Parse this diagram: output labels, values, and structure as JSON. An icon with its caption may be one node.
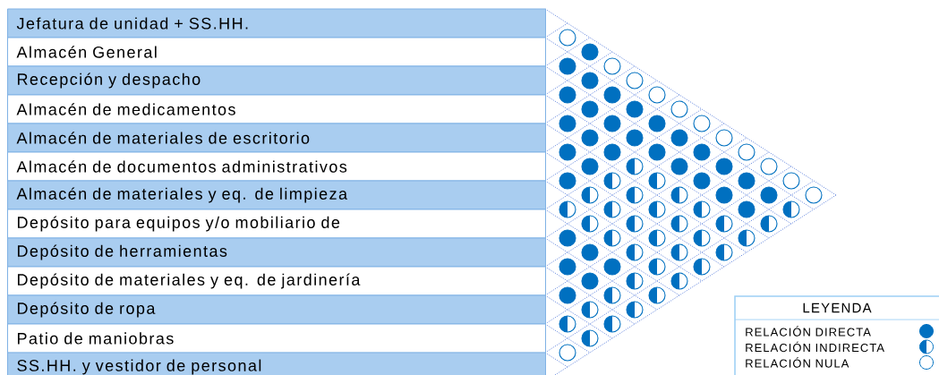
{
  "diagram": {
    "nodes": [
      {
        "text": [
          "Jefatura de unidad + SS.HH."
        ]
      },
      {
        "text": [
          "Almacén General"
        ]
      },
      {
        "text": [
          "Recepción y despacho"
        ]
      },
      {
        "text": [
          "Almacén de medicamentos"
        ]
      },
      {
        "text": [
          "Almacén de materiales de escritorio"
        ]
      },
      {
        "text": [
          "Almacén de documentos administrativos"
        ]
      },
      {
        "text": [
          "Almacén de materiales y eq. de limpieza"
        ]
      },
      {
        "text": [
          "Depósito para equipos y/o mobiliario de"
        ]
      },
      {
        "text": [
          "Depósito de herramientas"
        ]
      },
      {
        "text": [
          "Depósito de materiales y eq. de jardinería"
        ]
      },
      {
        "text": [
          "Depósito de ropa"
        ]
      },
      {
        "text": [
          "Patio de maniobras"
        ]
      },
      {
        "text": [
          "SS.HH. y vestidor de personal"
        ]
      },
      {
        "text": [],
        "shape": "circle"
      },
      {
        "text": [],
        "shape": "disc"
      },
      {
        "text": [],
        "shape": "disc"
      },
      {
        "text": [],
        "shape": "circle"
      },
      {
        "text": [],
        "shape": "disc"
      },
      {
        "text": [],
        "shape": "circle"
      },
      {
        "text": [],
        "shape": "disc"
      },
      {
        "text": [],
        "shape": "disc"
      },
      {
        "text": [],
        "shape": "circle"
      },
      {
        "text": [],
        "shape": "disc"
      },
      {
        "text": [],
        "shape": "disc"
      },
      {
        "text": [],
        "shape": "circle"
      },
      {
        "text": [],
        "shape": "disc"
      },
      {
        "text": [],
        "shape": "disc"
      },
      {
        "text": [],
        "shape": "disc"
      },
      {
        "text": [],
        "shape": "circle"
      },
      {
        "text": [],
        "shape": "disc"
      },
      {
        "text": [],
        "shape": "disc"
      },
      {
        "text": [],
        "shape": "disc"
      },
      {
        "text": [],
        "shape": "circle"
      },
      {
        "text": [],
        "shape": "disc"
      },
      {
        "text": [],
        "shape": "disc"
      },
      {
        "text": [],
        "shape": "disc"
      },
      {
        "text": [],
        "shape": "disc"
      },
      {
        "text": [],
        "shape": "circle"
      },
      {
        "text": [],
        "shape": "disc"
      },
      {
        "text": [],
        "shape": "half-disc"
      },
      {
        "text": [],
        "shape": "disc"
      },
      {
        "text": [],
        "shape": "disc"
      },
      {
        "text": [],
        "shape": "circle"
      },
      {
        "text": [],
        "shape": "disc"
      },
      {
        "text": [],
        "shape": "half-disc"
      },
      {
        "text": [],
        "shape": "half-disc"
      },
      {
        "text": [],
        "shape": "disc"
      },
      {
        "text": [],
        "shape": "disc"
      },
      {
        "text": [],
        "shape": "circle"
      },
      {
        "text": [],
        "shape": "half-disc"
      },
      {
        "text": [],
        "shape": "half-disc"
      },
      {
        "text": [],
        "shape": "half-disc"
      },
      {
        "text": [],
        "shape": "disc"
      },
      {
        "text": [],
        "shape": "disc"
      },
      {
        "text": [],
        "shape": "circle"
      },
      {
        "text": [],
        "shape": "half-disc"
      },
      {
        "text": [],
        "shape": "half-disc"
      },
      {
        "text": [],
        "shape": "half-disc"
      },
      {
        "text": [],
        "shape": "half-disc"
      },
      {
        "text": [],
        "shape": "disc"
      },
      {
        "text": [],
        "shape": "half-disc"
      },
      {
        "text": [],
        "shape": "half-disc"
      },
      {
        "text": [],
        "shape": "half-disc"
      },
      {
        "text": [],
        "shape": "half-disc"
      },
      {
        "text": [],
        "shape": "half-disc"
      },
      {
        "text": [],
        "shape": "half-disc"
      },
      {
        "text": [],
        "shape": "disc"
      },
      {
        "text": [],
        "shape": "half-disc"
      },
      {
        "text": [],
        "shape": "half-disc"
      },
      {
        "text": [],
        "shape": "half-disc"
      },
      {
        "text": [],
        "shape": "half-disc"
      },
      {
        "text": [],
        "shape": "disc"
      },
      {
        "text": [],
        "shape": "half-disc"
      },
      {
        "text": [],
        "shape": "half-disc"
      },
      {
        "text": [],
        "shape": "half-disc"
      },
      {
        "text": [],
        "shape": "disc"
      },
      {
        "text": [],
        "shape": "disc"
      },
      {
        "text": [],
        "shape": "half-disc"
      },
      {
        "text": [],
        "shape": "half-disc"
      },
      {
        "text": [],
        "shape": "disc"
      },
      {
        "text": [],
        "shape": "half-disc"
      },
      {
        "text": [],
        "shape": "half-disc"
      },
      {
        "text": [],
        "shape": "disc"
      },
      {
        "text": [],
        "shape": "half-disc"
      },
      {
        "text": [],
        "shape": "half-disc"
      },
      {
        "text": [],
        "shape": "half-disc"
      },
      {
        "text": [],
        "shape": "half-disc"
      },
      {
        "text": [],
        "shape": "half-disc"
      },
      {
        "text": [],
        "shape": "half-disc"
      },
      {
        "text": [],
        "shape": "half-disc"
      },
      {
        "text": [],
        "shape": "circle"
      }
    ],
    "labels": [
      "LEYENDA"
    ],
    "legend": [
      {
        "text": "RELACIÓN DIRECTA"
      },
      {
        "text": "RELACIÓN INDIRECTA"
      },
      {
        "text": "RELACIÓN NULA"
      }
    ]
  }
}
